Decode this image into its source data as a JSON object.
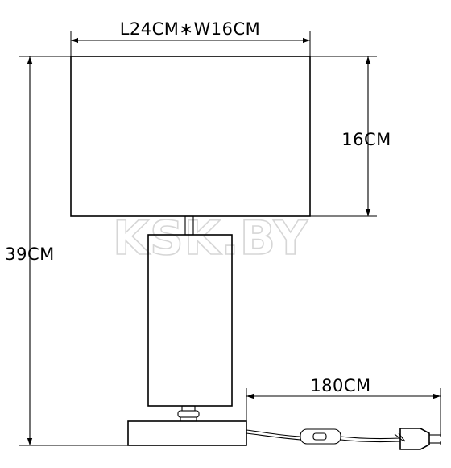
{
  "dimensions": {
    "shade_size": "L24CM∗W16CM",
    "shade_height": "16CM",
    "total_height": "39CM",
    "cord_length": "180CM"
  },
  "watermark": "KSK.BY",
  "colors": {
    "line": "#000000",
    "watermark": "#d6d6d6",
    "background": "#ffffff"
  }
}
